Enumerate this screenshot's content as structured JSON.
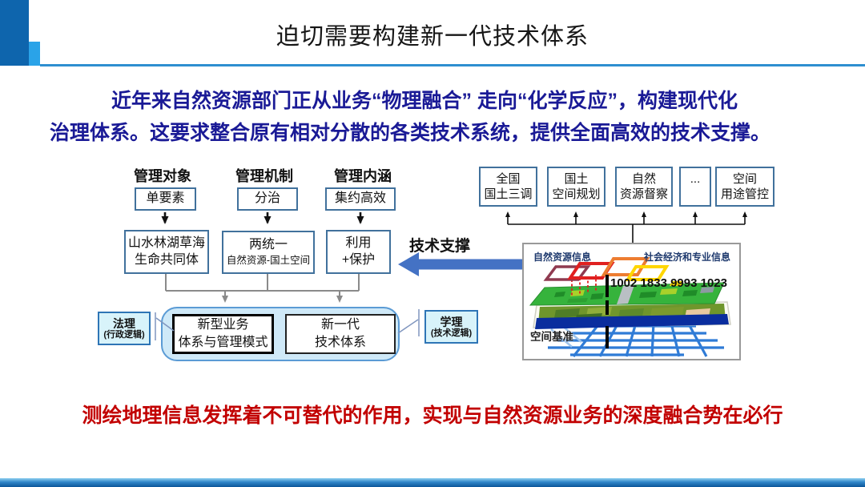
{
  "slide": {
    "title": "迫切需要构建新一代技术体系",
    "intro_line1": "近年来自然资源部门正从业务“物理融合” 走向“化学反应”，构建现代化",
    "intro_line2": "治理体系。这要求整合原有相对分散的各类技术系统，提供全面高效的技术支撑。",
    "conclusion": "测绘地理信息发挥着不可替代的作用，实现与自然资源业务的深度融合势在必行"
  },
  "management": {
    "columns": [
      {
        "header": "管理对象",
        "top": "单要素",
        "bottom1": "山水林湖草海",
        "bottom2": "生命共同体"
      },
      {
        "header": "管理机制",
        "top": "分治",
        "bottom1": "两统一",
        "bottom2": "自然资源-国土空间"
      },
      {
        "header": "管理内涵",
        "top": "集约高效",
        "bottom1": "利用",
        "bottom2": "+保护"
      }
    ]
  },
  "outcome": {
    "box1_line1": "新型业务",
    "box1_line2": "体系与管理模式",
    "box2_line1": "新一代",
    "box2_line2": "技术体系",
    "left_label_title": "法理",
    "left_label_sub": "(行政逻辑)",
    "right_label_title": "学理",
    "right_label_sub": "(技术逻辑)"
  },
  "support_arrow_label": "技术支撑",
  "business": {
    "boxes": [
      {
        "line1": "全国",
        "line2": "国土三调"
      },
      {
        "line1": "国土",
        "line2": "空间规划"
      },
      {
        "line1": "自然",
        "line2": "资源督察"
      },
      {
        "line1": "...",
        "line2": ""
      },
      {
        "line1": "空间",
        "line2": "用途管控"
      }
    ]
  },
  "panel": {
    "label_left": "自然资源信息",
    "label_right": "社会经济和专业信息",
    "numbers": "1002 1833 9993 1023",
    "label_bottom": "空间基准"
  },
  "colors": {
    "accent_dark_blue": "#0e65ad",
    "accent_light_blue": "#2aa3e8",
    "title_rule_blue": "#2e8fd0",
    "intro_text_navy": "#1a1a96",
    "conclusion_red": "#c20000",
    "box_border_blue": "#41719c",
    "container_fill": "#cfe9f8",
    "container_border": "#5b9bd5",
    "side_label_fill": "#d8f3fa",
    "support_arrow_blue": "#4472c4"
  }
}
